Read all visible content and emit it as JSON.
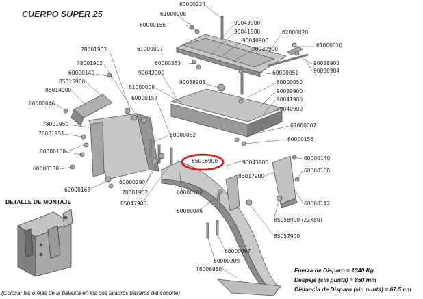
{
  "title": "CUERPO SUPER 25",
  "detail_label": "DETALLE DE MONTAJE",
  "note": "(Colocar las orejas de la ballesta en los dos taladros traseros del soporte)",
  "specs": [
    "Fuerza de Disparo = 1340 Kg",
    "Despeje (sin punta) = 850 mm",
    "Distancia de Disparo (sin punta) = 67.5 cm"
  ],
  "highlight_color": "#d62020",
  "labels": [
    {
      "id": "l01",
      "text": "60000224"
    },
    {
      "id": "l02",
      "text": "61000008"
    },
    {
      "id": "l03",
      "text": "60000156"
    },
    {
      "id": "l04",
      "text": "90043900"
    },
    {
      "id": "l05",
      "text": "90041900"
    },
    {
      "id": "l06",
      "text": "90040900"
    },
    {
      "id": "l07",
      "text": "90039900"
    },
    {
      "id": "l08",
      "text": "62000020"
    },
    {
      "id": "l09",
      "text": "61000010"
    },
    {
      "id": "l10",
      "text": "90038902"
    },
    {
      "id": "l11",
      "text": "90038904"
    },
    {
      "id": "l12",
      "text": "78001903"
    },
    {
      "id": "l13",
      "text": "61000007"
    },
    {
      "id": "l14",
      "text": "78001902"
    },
    {
      "id": "l15",
      "text": "60000353"
    },
    {
      "id": "l16",
      "text": "60000051"
    },
    {
      "id": "l17",
      "text": "60000140"
    },
    {
      "id": "l18",
      "text": "90042900"
    },
    {
      "id": "l19",
      "text": "85015900"
    },
    {
      "id": "l20",
      "text": "90038903"
    },
    {
      "id": "l21",
      "text": "60000050"
    },
    {
      "id": "l22",
      "text": "85014900"
    },
    {
      "id": "l23",
      "text": "61000008"
    },
    {
      "id": "l24",
      "text": "90039900"
    },
    {
      "id": "l25",
      "text": "60000157"
    },
    {
      "id": "l26",
      "text": "90041900"
    },
    {
      "id": "l27",
      "text": "60000046"
    },
    {
      "id": "l28",
      "text": "90040900"
    },
    {
      "id": "l29",
      "text": "78001950"
    },
    {
      "id": "l30",
      "text": "61000007"
    },
    {
      "id": "l31",
      "text": "78001951"
    },
    {
      "id": "l32",
      "text": "60000082"
    },
    {
      "id": "l33",
      "text": "60000156"
    },
    {
      "id": "l34",
      "text": "60000160"
    },
    {
      "id": "l35",
      "text": "85016900"
    },
    {
      "id": "l36",
      "text": "90043900"
    },
    {
      "id": "l37",
      "text": "60000140"
    },
    {
      "id": "l38",
      "text": "60000138"
    },
    {
      "id": "l39",
      "text": "85017900"
    },
    {
      "id": "l40",
      "text": "60000160"
    },
    {
      "id": "l41",
      "text": "60000290"
    },
    {
      "id": "l42",
      "text": "60000163"
    },
    {
      "id": "l43",
      "text": "78001902"
    },
    {
      "id": "l44",
      "text": "60000102"
    },
    {
      "id": "l45",
      "text": "60000142"
    },
    {
      "id": "l46",
      "text": "85047900"
    },
    {
      "id": "l47",
      "text": "60000046"
    },
    {
      "id": "l48",
      "text": "85058900 (22X80)"
    },
    {
      "id": "l49",
      "text": "85057900"
    },
    {
      "id": "l50",
      "text": "60000067"
    },
    {
      "id": "l51",
      "text": "60000209"
    },
    {
      "id": "l52",
      "text": "78006950"
    }
  ]
}
